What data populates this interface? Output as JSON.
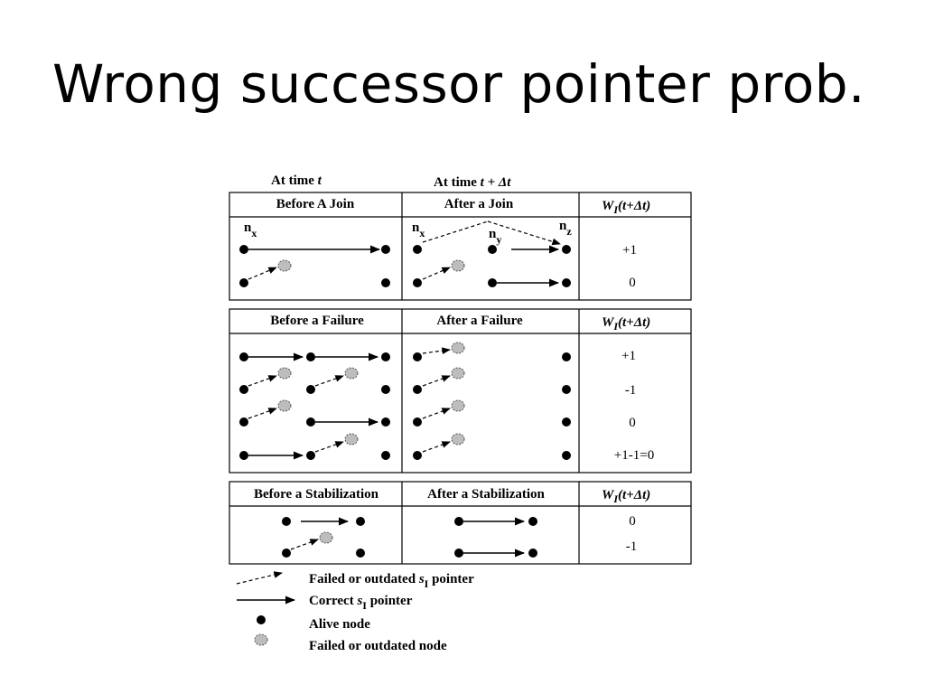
{
  "slide": {
    "title": "Wrong successor pointer prob."
  },
  "headings": {
    "time_t": "At time",
    "time_t_var": "t",
    "time_tdt": "At time",
    "time_tdt_var": "t + Δt"
  },
  "join": {
    "before": "Before  A Join",
    "after": "After a Join",
    "w_label": "W",
    "w_sub": "I",
    "w_arg": "(t+Δt)",
    "node_nx": "n",
    "node_nx_sub": "x",
    "node_ny": "n",
    "node_ny_sub": "y",
    "node_nz": "n",
    "node_nz_sub": "z",
    "values": [
      "+1",
      "0"
    ]
  },
  "failure": {
    "before": "Before a Failure",
    "after": "After a Failure",
    "w_label": "W",
    "w_sub": "I",
    "w_arg": "(t+Δt)",
    "values": [
      "+1",
      "-1",
      "0",
      "+1-1=0"
    ]
  },
  "stabilization": {
    "before": "Before a Stabilization",
    "after": "After a Stabilization",
    "w_label": "W",
    "w_sub": "I",
    "w_arg": "(t+Δt)",
    "values": [
      "0",
      "-1"
    ]
  },
  "legend": {
    "failed_pointer_a": "Failed  or outdated",
    "failed_pointer_s": "s",
    "failed_pointer_sub": "I",
    "failed_pointer_b": "pointer",
    "correct_pointer_a": "Correct",
    "correct_pointer_s": "s",
    "correct_pointer_sub": "I",
    "correct_pointer_b": "pointer",
    "alive_node": "Alive node",
    "failed_node": "Failed or outdated node"
  }
}
